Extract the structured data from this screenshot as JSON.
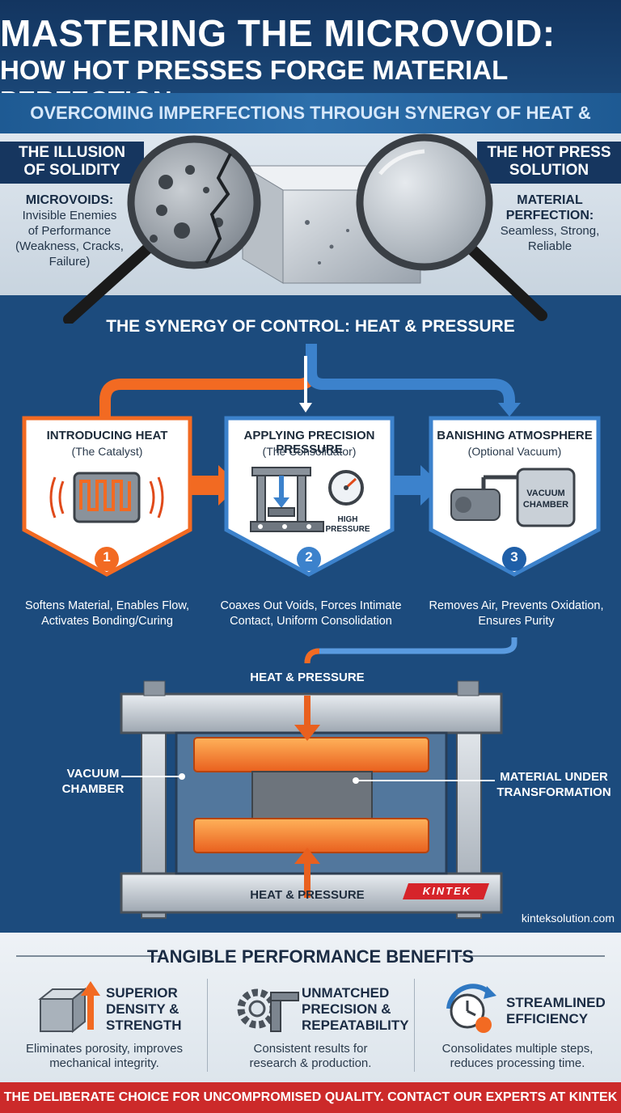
{
  "header": {
    "title_line1": "MASTERING THE MICROVOID:",
    "title_line2": "HOW HOT PRESSES FORGE MATERIAL PERFECTION",
    "subtitle": "OVERCOMING IMPERFECTIONS THROUGH SYNERGY OF HEAT & PRESSURE"
  },
  "comparison": {
    "left": {
      "heading_line1": "THE ILLUSION",
      "heading_line2": "OF SOLIDITY",
      "label": "MICROVOIDS:",
      "desc_line1": "Invisible Enemies",
      "desc_line2": "of Performance",
      "desc_line3": "(Weakness, Cracks,",
      "desc_line4": "Failure)"
    },
    "right": {
      "heading_line1": "THE HOT PRESS",
      "heading_line2": "SOLUTION",
      "label_line1": "MATERIAL",
      "label_line2": "PERFECTION:",
      "desc_line1": "Seamless, Strong,",
      "desc_line2": "Reliable"
    }
  },
  "process": {
    "title": "THE SYNERGY OF CONTROL: HEAT & PRESSURE",
    "steps": [
      {
        "title": "INTRODUCING HEAT",
        "subtitle": "(The Catalyst)",
        "number": "1",
        "desc_line1": "Softens Material, Enables Flow,",
        "desc_line2": "Activates Bonding/Curing",
        "icon": "heating-coil-icon"
      },
      {
        "title": "APPLYING PRECISION PRESSURE",
        "subtitle": "(The Consolidator)",
        "number": "2",
        "gauge_label_line1": "HIGH",
        "gauge_label_line2": "PRESSURE",
        "desc_line1": "Coaxes Out Voids, Forces Intimate",
        "desc_line2": "Contact, Uniform Consolidation",
        "icon": "hydraulic-press-icon"
      },
      {
        "title": "BANISHING ATMOSPHERE",
        "subtitle": "(Optional Vacuum)",
        "number": "3",
        "chamber_label_line1": "VACUUM",
        "chamber_label_line2": "CHAMBER",
        "desc_line1": "Removes Air, Prevents Oxidation,",
        "desc_line2": "Ensures Purity",
        "icon": "vacuum-pump-icon"
      }
    ]
  },
  "press": {
    "top_label": "HEAT & PRESSURE",
    "bottom_label": "HEAT & PRESSURE",
    "left_label_line1": "VACUUM",
    "left_label_line2": "CHAMBER",
    "right_label_line1": "MATERIAL UNDER",
    "right_label_line2": "TRANSFORMATION",
    "brand": "KINTEK",
    "website": "kinteksolution.com"
  },
  "benefits": {
    "title": "TANGIBLE PERFORMANCE BENEFITS",
    "items": [
      {
        "title_line1": "SUPERIOR",
        "title_line2": "DENSITY &",
        "title_line3": "STRENGTH",
        "desc_line1": "Eliminates porosity, improves",
        "desc_line2": "mechanical integrity.",
        "icon": "density-cube-icon"
      },
      {
        "title_line1": "UNMATCHED",
        "title_line2": "PRECISION &",
        "title_line3": "REPEATABILITY",
        "desc_line1": "Consistent results for",
        "desc_line2": "research & production.",
        "icon": "gear-caliper-icon"
      },
      {
        "title_line1": "STREAMLINED",
        "title_line2": "EFFICIENCY",
        "desc_line1": "Consolidates multiple steps,",
        "desc_line2": "reduces processing time.",
        "icon": "clock-cycle-icon"
      }
    ]
  },
  "footer": {
    "cta": "THE DELIBERATE CHOICE FOR UNCOMPROMISED QUALITY. CONTACT OUR EXPERTS AT KINTEK SOLUTION."
  },
  "colors": {
    "navy": "#16365f",
    "blue": "#1c4b7d",
    "heat_orange": "#f26a22",
    "pressure_blue": "#2f78c2",
    "footer_red": "#cc2a2a"
  }
}
